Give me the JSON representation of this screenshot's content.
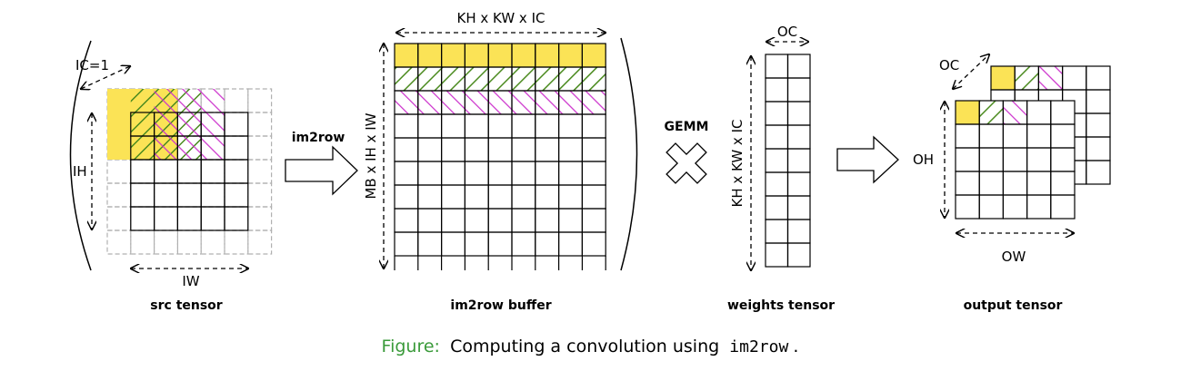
{
  "labels": {
    "ic1": "IC=1",
    "ih": "IH",
    "iw": "IW",
    "src_caption": "src tensor",
    "im2row_arrow": "im2row",
    "buffer_top": "KH x KW x IC",
    "buffer_left": "MB x IH x IW",
    "buffer_caption": "im2row buffer",
    "gemm": "GEMM",
    "oc_weights": "OC",
    "weights_left": "KH x KW x IC",
    "weights_caption": "weights tensor",
    "oc_output": "OC",
    "oh": "OH",
    "ow": "OW",
    "output_caption": "output tensor"
  },
  "caption": {
    "figure": "Figure:",
    "text": "Computing a convolution using",
    "code": "im2row",
    "period": "."
  },
  "colors": {
    "yellow": "#fbe356",
    "green_hatch": "#4a8a1e",
    "magenta_hatch": "#cc33cc",
    "dashed_grid": "#b0b0b0",
    "figure_label": "#3a9a3a"
  }
}
